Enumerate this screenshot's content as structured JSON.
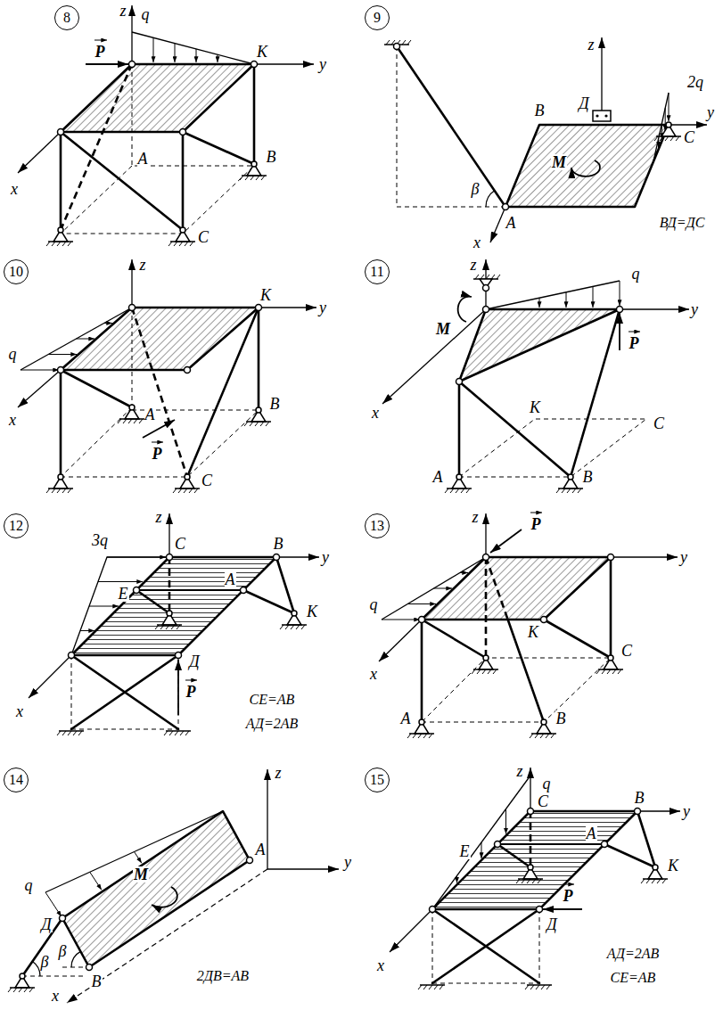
{
  "diagram": {
    "nodes": [
      {
        "text": [
          "8"
        ]
      },
      {
        "text": [
          "9"
        ]
      },
      {
        "text": [
          "10"
        ]
      },
      {
        "text": [
          "11"
        ]
      },
      {
        "text": [
          "12"
        ]
      },
      {
        "text": [
          "13"
        ]
      },
      {
        "text": [
          "14"
        ]
      },
      {
        "text": [
          "15"
        ]
      }
    ],
    "labels": [
      "z",
      "q",
      "P",
      "K",
      "y",
      "x",
      "A",
      "B",
      "C",
      "z",
      "Д",
      "B",
      "2q",
      "C",
      "y",
      "M",
      "β",
      "A",
      "x",
      "ВД=ДС",
      "z",
      "K",
      "y",
      "q",
      "x",
      "A",
      "P",
      "B",
      "C",
      "z",
      "M",
      "q",
      "y",
      "P",
      "K",
      "C",
      "x",
      "A",
      "B",
      "3q",
      "z",
      "C",
      "B",
      "y",
      "E",
      "A",
      "K",
      "x",
      "Д",
      "P",
      "CE=AB",
      "АД=2АВ",
      "z",
      "P",
      "y",
      "q",
      "K",
      "x",
      "C",
      "A",
      "B",
      "z",
      "q",
      "Д",
      "β",
      "β",
      "M",
      "A",
      "y",
      "B",
      "x",
      "2ДВ=АВ",
      "z",
      "q",
      "C",
      "B",
      "y",
      "E",
      "A",
      "K",
      "x",
      "Д",
      "P",
      "АД=2АВ",
      "CE=AB"
    ]
  }
}
